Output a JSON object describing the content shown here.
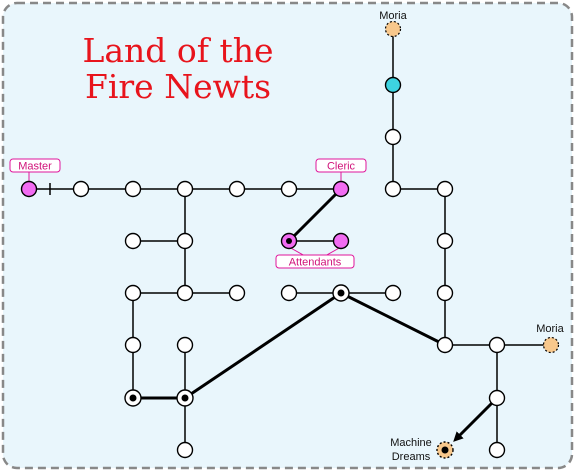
{
  "title": {
    "line1": "Land of the",
    "line2": "Fire Newts"
  },
  "labels": {
    "moria_top": "Moria",
    "moria_right": "Moria",
    "master": "Master",
    "cleric": "Cleric",
    "attendants": "Attendants",
    "machine_dreams_1": "Machine",
    "machine_dreams_2": "Dreams"
  },
  "colors": {
    "background": "#e9f6fc",
    "border": "#888888",
    "title": "#e8141c",
    "node": "#ffffff",
    "special_node": "#f26cf2",
    "exit_node": "#f8c88c",
    "cyan_node": "#3dd3e0",
    "label_border": "#e0159b"
  }
}
